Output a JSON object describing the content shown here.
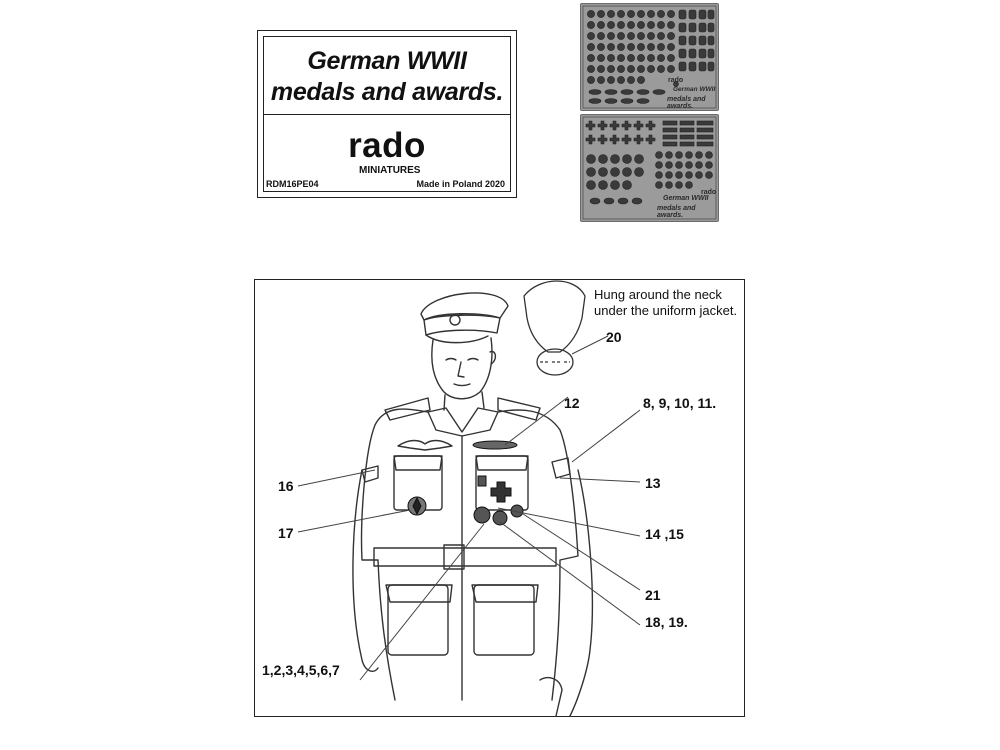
{
  "label": {
    "title_line1": "German WWII",
    "title_line2": "medals and awards.",
    "brand": "rado",
    "brand_sub": "MINIATURES",
    "code": "RDM16PE04",
    "made_in": "Made in Poland 2020"
  },
  "fret_text": {
    "brand": "rado",
    "sub": "medals and awards.",
    "title": "German WWII"
  },
  "instructions": {
    "note_line1": "Hung around the neck",
    "note_line2": "under the uniform jacket.",
    "callouts": [
      {
        "id": "20",
        "text": "20"
      },
      {
        "id": "12",
        "text": "12"
      },
      {
        "id": "8-11",
        "text": "8, 9, 10, 11."
      },
      {
        "id": "16",
        "text": "16"
      },
      {
        "id": "13",
        "text": "13"
      },
      {
        "id": "17",
        "text": "17"
      },
      {
        "id": "14-15",
        "text": "14 ,15"
      },
      {
        "id": "21",
        "text": "21"
      },
      {
        "id": "18-19",
        "text": "18, 19."
      },
      {
        "id": "1-7",
        "text": "1,2,3,4,5,6,7"
      }
    ]
  }
}
